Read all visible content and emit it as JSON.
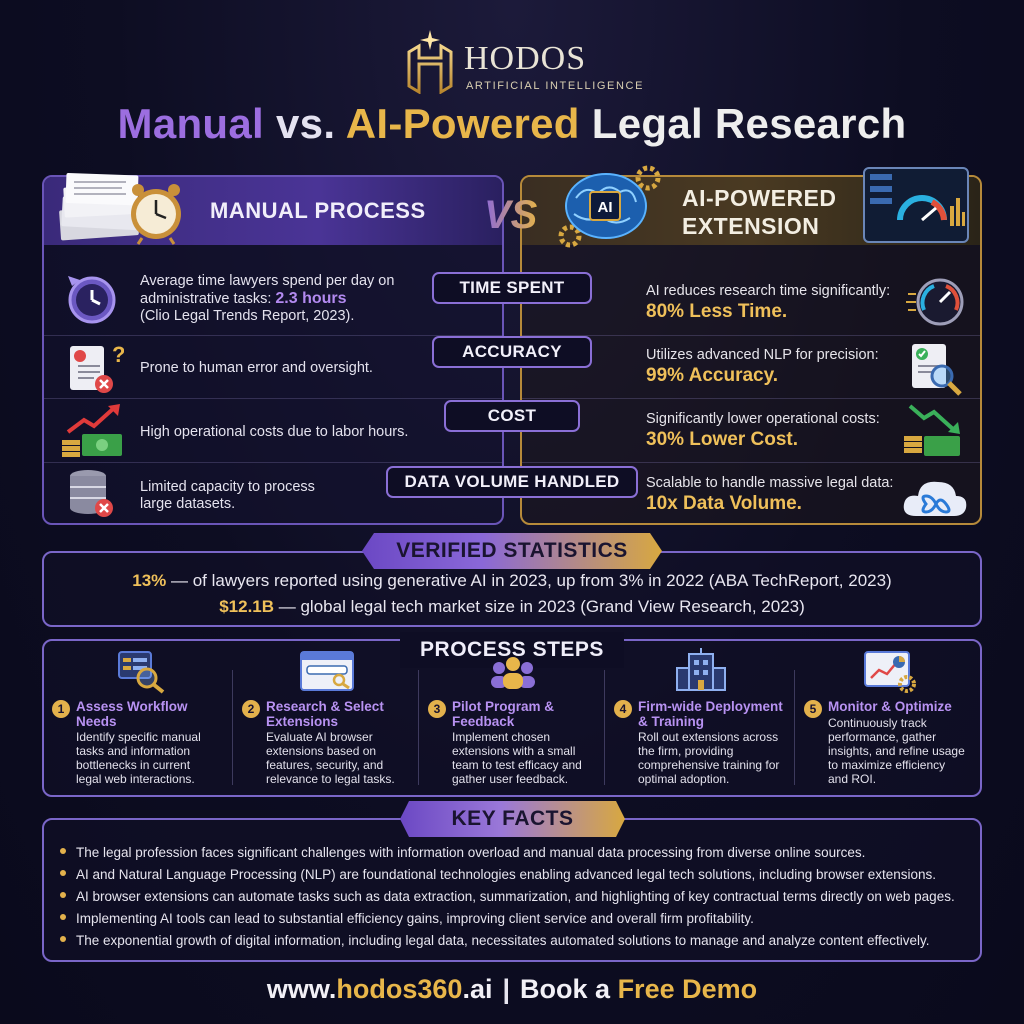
{
  "brand": {
    "name": "HODOS",
    "subtitle": "ARTIFICIAL INTELLIGENCE"
  },
  "title": {
    "part1": "Manual",
    "part2": "vs.",
    "part3": "AI-Powered",
    "part4": "Legal Research"
  },
  "comparison": {
    "manual_label": "MANUAL PROCESS",
    "vs_label": "VS",
    "ai_label_line1": "AI-POWERED",
    "ai_label_line2": "EXTENSION",
    "rows": [
      {
        "category": "TIME SPENT",
        "manual_line1": "Average time lawyers spend per day on",
        "manual_line2_pre": "administrative tasks: ",
        "manual_highlight": "2.3 hours",
        "manual_line3": "(Clio Legal Trends Report, 2023).",
        "ai_lead": "AI reduces research time significantly:",
        "ai_stat": "80% Less Time."
      },
      {
        "category": "ACCURACY",
        "manual_line1": "Prone to human error and oversight.",
        "ai_lead": "Utilizes advanced NLP for precision:",
        "ai_stat": "99% Accuracy."
      },
      {
        "category": "COST",
        "manual_line1": "High operational costs due to labor hours.",
        "ai_lead": "Significantly lower operational costs:",
        "ai_stat": "30% Lower Cost."
      },
      {
        "category": "DATA VOLUME HANDLED",
        "manual_line1": "Limited capacity to process",
        "manual_line2": "large datasets.",
        "ai_lead": "Scalable to handle massive legal data:",
        "ai_stat": "10x Data Volume."
      }
    ]
  },
  "stats": {
    "heading": "VERIFIED STATISTICS",
    "items": [
      {
        "value": "13%",
        "text": " — of lawyers reported using generative AI in 2023, up from 3% in 2022 (ABA TechReport, 2023)"
      },
      {
        "value": "$12.1B",
        "text": " — global legal tech market size in 2023 (Grand View Research, 2023)"
      }
    ]
  },
  "process": {
    "heading": "PROCESS STEPS",
    "steps": [
      {
        "num": "1",
        "title_l1": "Assess Workflow",
        "title_l2": "Needs",
        "desc": [
          "Identify specific manual",
          "tasks and information",
          "bottlenecks in current",
          "legal web interactions."
        ]
      },
      {
        "num": "2",
        "title_l1": "Research & Select",
        "title_l2": "Extensions",
        "desc": [
          "Evaluate AI browser",
          "extensions based on",
          "features, security, and",
          "relevance to legal tasks."
        ]
      },
      {
        "num": "3",
        "title_l1": "Pilot Program &",
        "title_l2": "Feedback",
        "desc": [
          "Implement chosen",
          "extensions with a small",
          "team to test efficacy and",
          "gather user feedback."
        ]
      },
      {
        "num": "4",
        "title_l1": "Firm-wide Deployment",
        "title_l2": "& Training",
        "desc": [
          "Roll out extensions across",
          "the firm, providing",
          "comprehensive training for",
          "optimal adoption."
        ]
      },
      {
        "num": "5",
        "title_l1": "Monitor & Optimize",
        "title_l2": "",
        "desc": [
          "Continuously track",
          "performance, gather",
          "insights, and refine usage",
          "to maximize efficiency",
          "and ROI."
        ]
      }
    ]
  },
  "facts": {
    "heading": "KEY FACTS",
    "items": [
      "The legal profession faces significant challenges with information overload and manual data processing from diverse online sources.",
      "AI and Natural Language Processing (NLP) are foundational technologies enabling advanced legal tech solutions, including browser extensions.",
      "AI browser extensions can automate tasks such as data extraction, summarization, and highlighting of key contractual terms directly on web pages.",
      "Implementing AI tools can lead to substantial efficiency gains, improving client service and overall firm profitability.",
      "The exponential growth of digital information, including legal data, necessitates automated solutions to manage and analyze content effectively."
    ]
  },
  "footer": {
    "url_pre": "www.",
    "url_accent": "hodos360",
    "url_post": ".ai",
    "sep": "|",
    "cta_pre": "Book a ",
    "cta_accent": "Free Demo"
  },
  "colors": {
    "purple": "#9c6ee0",
    "gold": "#e8b64a",
    "background": "#0d0d22"
  }
}
